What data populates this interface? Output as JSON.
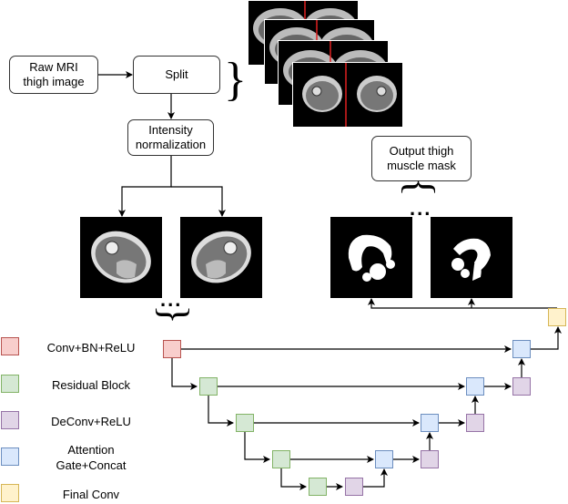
{
  "pipeline": {
    "raw_input_label": "Raw MRI\nthigh image",
    "split_label": "Split",
    "normalization_label": "Intensity\nnormalization",
    "output_label": "Output thigh\nmuscle mask",
    "ellipsis": "..."
  },
  "legend": [
    {
      "label": "Conv+BN+ReLU",
      "fill": "#f8cecc",
      "stroke": "#b85450"
    },
    {
      "label": "Residual Block",
      "fill": "#d5e8d4",
      "stroke": "#82b366"
    },
    {
      "label": "DeConv+ReLU",
      "fill": "#e1d5e7",
      "stroke": "#9673a6"
    },
    {
      "label": "Attention\nGate+Concat",
      "fill": "#dae8fc",
      "stroke": "#6c8ebf"
    },
    {
      "label": "Final Conv",
      "fill": "#fff2cc",
      "stroke": "#d6b656"
    }
  ],
  "colors": {
    "split_line": "#e02020",
    "image_bg": "#000000"
  }
}
